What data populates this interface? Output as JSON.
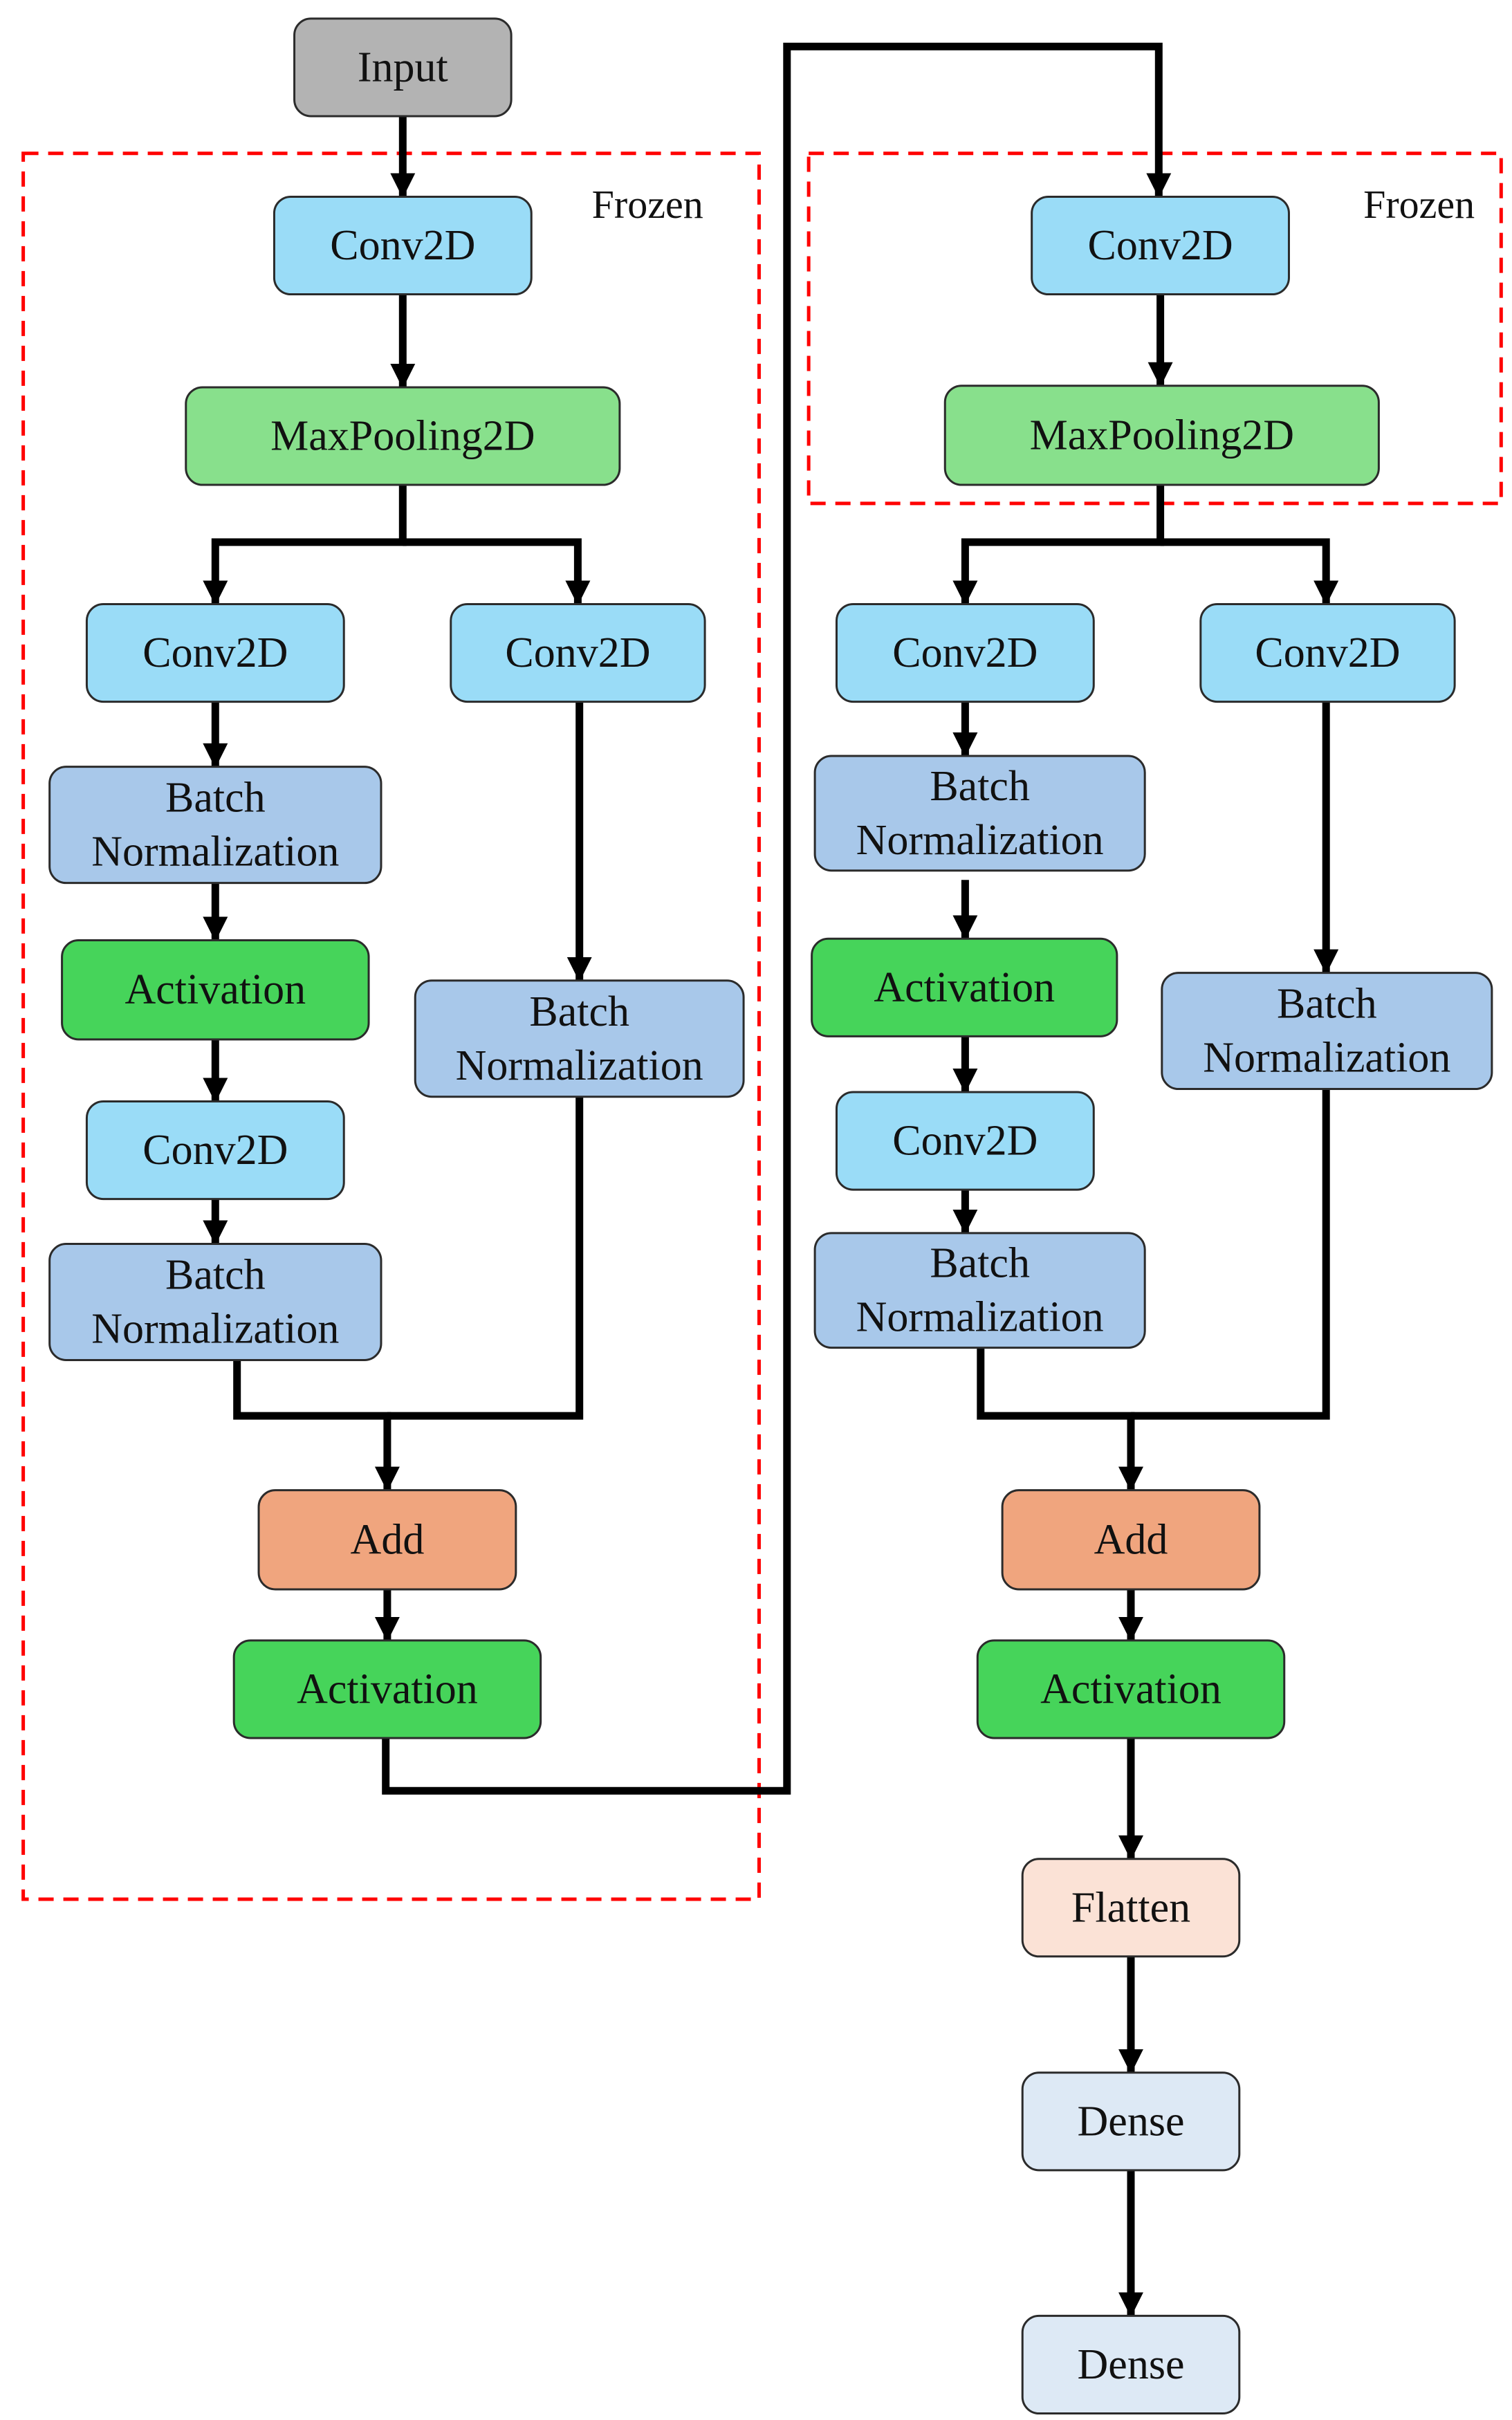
{
  "colors": {
    "input": "#b3b3b3",
    "conv2d": "#9adcf7",
    "maxpooling2d": "#88e08c",
    "batch_normalization": "#a8c8ea",
    "activation": "#46d45a",
    "add": "#f0a57e",
    "flatten": "#fbe2d6",
    "dense": "#dde9f5",
    "frozen_border": "#ff0000",
    "arrow": "#000000"
  },
  "frozen_regions": [
    {
      "label": "Frozen"
    },
    {
      "label": "Frozen"
    }
  ],
  "nodes": {
    "input": {
      "label": "Input",
      "kind": "input"
    },
    "a_conv": {
      "label": "Conv2D",
      "kind": "conv2d"
    },
    "a_pool": {
      "label": "MaxPooling2D",
      "kind": "maxpooling2d"
    },
    "a_conv_l1": {
      "label": "Conv2D",
      "kind": "conv2d"
    },
    "a_bn_l1": {
      "label": "Batch\nNormalization",
      "kind": "batch_normalization"
    },
    "a_act_l1": {
      "label": "Activation",
      "kind": "activation"
    },
    "a_conv_l2": {
      "label": "Conv2D",
      "kind": "conv2d"
    },
    "a_bn_l2": {
      "label": "Batch\nNormalization",
      "kind": "batch_normalization"
    },
    "a_conv_r": {
      "label": "Conv2D",
      "kind": "conv2d"
    },
    "a_bn_r": {
      "label": "Batch\nNormalization",
      "kind": "batch_normalization"
    },
    "a_add": {
      "label": "Add",
      "kind": "add"
    },
    "a_act_out": {
      "label": "Activation",
      "kind": "activation"
    },
    "b_conv": {
      "label": "Conv2D",
      "kind": "conv2d"
    },
    "b_pool": {
      "label": "MaxPooling2D",
      "kind": "maxpooling2d"
    },
    "b_conv_l1": {
      "label": "Conv2D",
      "kind": "conv2d"
    },
    "b_bn_l1": {
      "label": "Batch\nNormalization",
      "kind": "batch_normalization"
    },
    "b_act_l1": {
      "label": "Activation",
      "kind": "activation"
    },
    "b_conv_l2": {
      "label": "Conv2D",
      "kind": "conv2d"
    },
    "b_bn_l2": {
      "label": "Batch\nNormalization",
      "kind": "batch_normalization"
    },
    "b_conv_r": {
      "label": "Conv2D",
      "kind": "conv2d"
    },
    "b_bn_r": {
      "label": "Batch\nNormalization",
      "kind": "batch_normalization"
    },
    "b_add": {
      "label": "Add",
      "kind": "add"
    },
    "b_act_out": {
      "label": "Activation",
      "kind": "activation"
    },
    "flatten": {
      "label": "Flatten",
      "kind": "flatten"
    },
    "dense_1": {
      "label": "Dense",
      "kind": "dense"
    },
    "dense_2": {
      "label": "Dense",
      "kind": "dense"
    }
  },
  "edges": [
    [
      "input",
      "a_conv"
    ],
    [
      "a_conv",
      "a_pool"
    ],
    [
      "a_pool",
      "a_conv_l1"
    ],
    [
      "a_pool",
      "a_conv_r"
    ],
    [
      "a_conv_l1",
      "a_bn_l1"
    ],
    [
      "a_bn_l1",
      "a_act_l1"
    ],
    [
      "a_act_l1",
      "a_conv_l2"
    ],
    [
      "a_conv_l2",
      "a_bn_l2"
    ],
    [
      "a_conv_r",
      "a_bn_r"
    ],
    [
      "a_bn_l2",
      "a_add"
    ],
    [
      "a_bn_r",
      "a_add"
    ],
    [
      "a_add",
      "a_act_out"
    ],
    [
      "a_act_out",
      "b_conv"
    ],
    [
      "b_conv",
      "b_pool"
    ],
    [
      "b_pool",
      "b_conv_l1"
    ],
    [
      "b_pool",
      "b_conv_r"
    ],
    [
      "b_conv_l1",
      "b_bn_l1"
    ],
    [
      "b_bn_l1",
      "b_act_l1"
    ],
    [
      "b_act_l1",
      "b_conv_l2"
    ],
    [
      "b_conv_l2",
      "b_bn_l2"
    ],
    [
      "b_conv_r",
      "b_bn_r"
    ],
    [
      "b_bn_l2",
      "b_add"
    ],
    [
      "b_bn_r",
      "b_add"
    ],
    [
      "b_add",
      "b_act_out"
    ],
    [
      "b_act_out",
      "flatten"
    ],
    [
      "flatten",
      "dense_1"
    ],
    [
      "dense_1",
      "dense_2"
    ]
  ]
}
